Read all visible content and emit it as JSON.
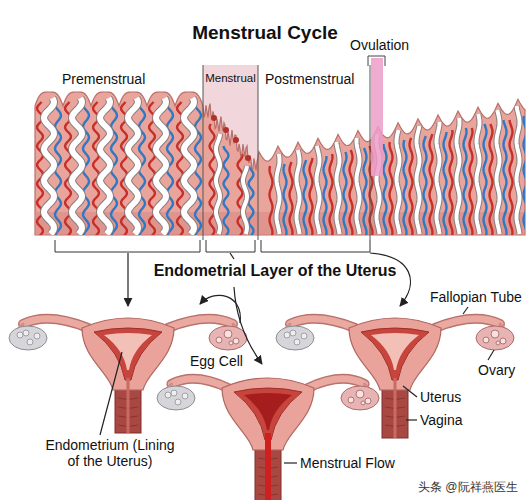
{
  "diagram": {
    "title": "Menstrual Cycle",
    "labels": [
      "Ovulation",
      "Premenstrual",
      "Menstrual",
      "Postmenstrual",
      "Endometrial Layer of the Uterus",
      "Fallopian Tube",
      "Egg Cell",
      "Ovary",
      "Uterus",
      "Vagina",
      "Endometrium (Lining of the Uterus)",
      "Menstrual Flow",
      "头条 @阮祥燕医生"
    ]
  }
}
